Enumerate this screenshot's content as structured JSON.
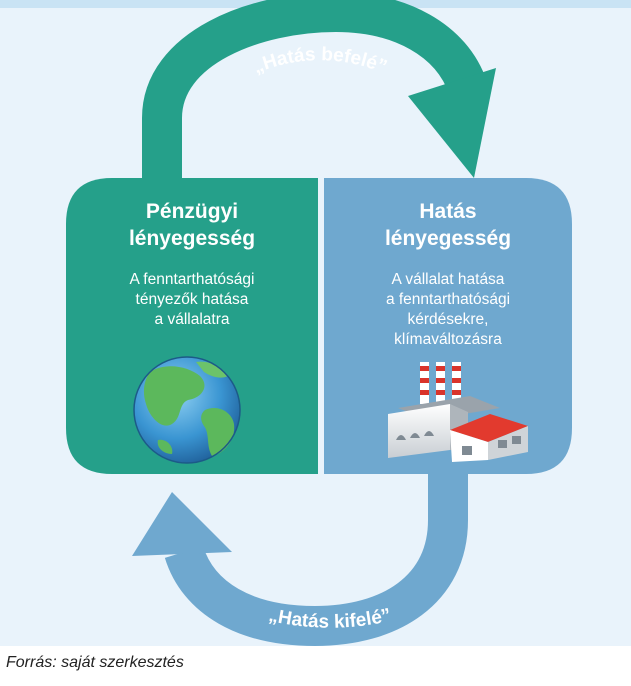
{
  "colors": {
    "teal": "#25a08a",
    "blue": "#6fa8cf",
    "background": "#e9f3fb"
  },
  "left_box": {
    "title": "Pénzügyi\nlényegesség",
    "description": "A fenntarthatósági\ntényezők hatása\na vállalatra",
    "icon": "globe-icon"
  },
  "right_box": {
    "title": "Hatás\nlényegesség",
    "description": "A vállalat hatása\na fenntarthatósági\nkérdésekre,\nklímaváltozásra",
    "icon": "factory-icon"
  },
  "arrows": {
    "top_label": "„Hatás befelé”",
    "bottom_label": "„Hatás kifelé”"
  },
  "source": "Forrás: saját szerkesztés"
}
